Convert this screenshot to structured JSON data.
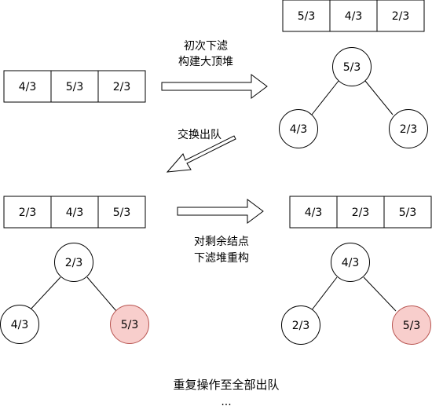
{
  "step1": {
    "input_array": [
      "4/3",
      "5/3",
      "2/3"
    ],
    "label_line1": "初次下滤",
    "label_line2": "构建大顶堆",
    "heap_array": [
      "5/3",
      "4/3",
      "2/3"
    ],
    "tree": {
      "root": "5/3",
      "left": "4/3",
      "right": "2/3"
    }
  },
  "step2": {
    "label": "交换出队",
    "array": [
      "2/3",
      "4/3",
      "5/3"
    ],
    "tree": {
      "root": "2/3",
      "left": "4/3",
      "right": "5/3"
    }
  },
  "step3": {
    "label_line1": "对剩余结点",
    "label_line2": "下滤堆重构",
    "array": [
      "4/3",
      "2/3",
      "5/3"
    ],
    "tree": {
      "root": "4/3",
      "left": "2/3",
      "right": "5/3"
    }
  },
  "footer": {
    "line1": "重复操作至全部出队",
    "line2": "..."
  },
  "colors": {
    "stroke": "#000000",
    "removed_fill": "#f8cecc",
    "removed_stroke": "#b85450"
  }
}
